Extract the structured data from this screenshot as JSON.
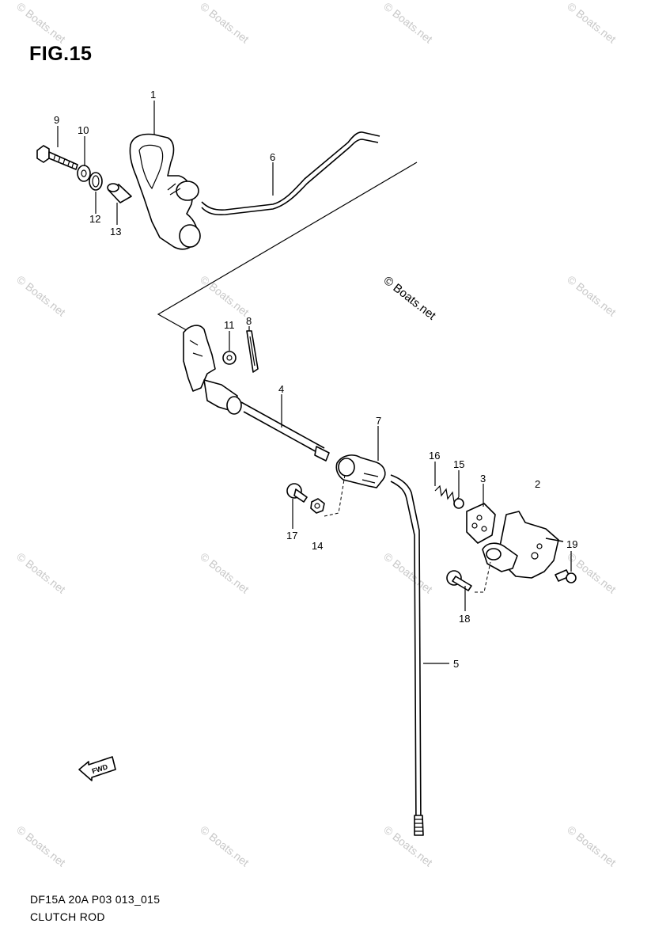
{
  "figure": {
    "title": "FIG.15",
    "code": "DF15A 20A P03 013_015",
    "name": "CLUTCH ROD"
  },
  "watermark": {
    "text": "© Boats.net"
  },
  "callouts": [
    {
      "id": "c1",
      "label": "1"
    },
    {
      "id": "c2",
      "label": "2"
    },
    {
      "id": "c3",
      "label": "3"
    },
    {
      "id": "c4",
      "label": "4"
    },
    {
      "id": "c5",
      "label": "5"
    },
    {
      "id": "c6",
      "label": "6"
    },
    {
      "id": "c7",
      "label": "7"
    },
    {
      "id": "c8",
      "label": "8"
    },
    {
      "id": "c9",
      "label": "9"
    },
    {
      "id": "c10",
      "label": "10"
    },
    {
      "id": "c11",
      "label": "11"
    },
    {
      "id": "c12",
      "label": "12"
    },
    {
      "id": "c13",
      "label": "13"
    },
    {
      "id": "c14",
      "label": "14"
    },
    {
      "id": "c15",
      "label": "15"
    },
    {
      "id": "c16",
      "label": "16"
    },
    {
      "id": "c17",
      "label": "17"
    },
    {
      "id": "c18",
      "label": "18"
    },
    {
      "id": "c19",
      "label": "19"
    }
  ],
  "fwd_arrow": {
    "label": "FWD"
  }
}
